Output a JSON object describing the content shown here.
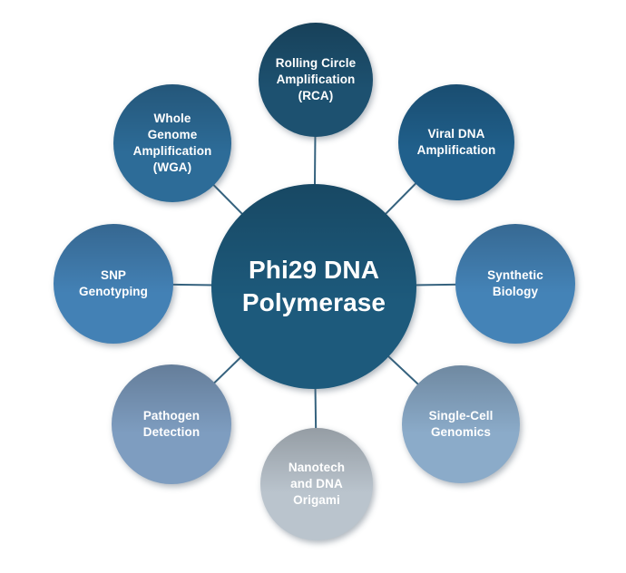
{
  "diagram": {
    "title": "Phi29 DNA Polymerase",
    "connector_color": "#35627e",
    "center": {
      "label": "Phi29 DNA\nPolymerase",
      "color": "#1d5a7c"
    },
    "nodes": [
      {
        "id": "rolling-circle-amplification",
        "label": "Rolling Circle\nAmplification\n(RCA)",
        "color": "#1d5170"
      },
      {
        "id": "viral-dna-amplification",
        "label": "Viral DNA\nAmplification",
        "color": "#20608c"
      },
      {
        "id": "synthetic-biology",
        "label": "Synthetic\nBiology",
        "color": "#4483b7"
      },
      {
        "id": "single-cell-genomics",
        "label": "Single-Cell\nGenomics",
        "color": "#8babc9"
      },
      {
        "id": "nanotech-and-dna-origami",
        "label": "Nanotech\nand DNA\nOrigami",
        "color": "#bac4cd"
      },
      {
        "id": "pathogen-detection",
        "label": "Pathogen\nDetection",
        "color": "#7e9dc0"
      },
      {
        "id": "snp-genotyping",
        "label": "SNP\nGenotyping",
        "color": "#4381b5"
      },
      {
        "id": "whole-genome-amplification",
        "label": "Whole\nGenome\nAmplification\n(WGA)",
        "color": "#2d6c98"
      }
    ]
  }
}
